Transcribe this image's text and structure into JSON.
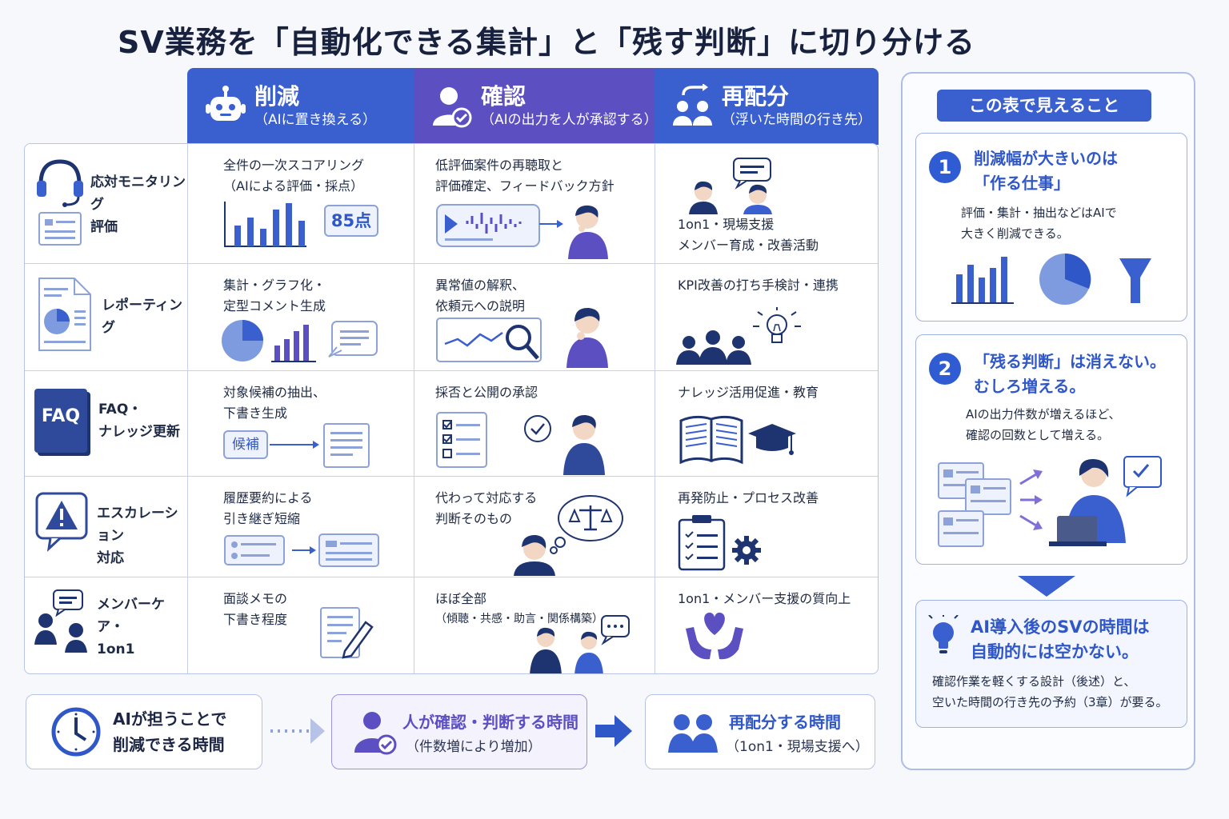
{
  "title": "SV業務を「自動化できる集計」と「残す判断」に切り分ける",
  "colors": {
    "blue": "#3a5fcf",
    "purple": "#5b4fc2",
    "navy": "#1e3470",
    "light_blue": "#7f9be0"
  },
  "columns": [
    {
      "icon": "robot-icon",
      "title": "削減",
      "subtitle": "（AIに置き換える）"
    },
    {
      "icon": "person-check-icon",
      "title": "確認",
      "subtitle": "（AIの出力を人が承認する）"
    },
    {
      "icon": "reallocate-people-icon",
      "title": "再配分",
      "subtitle": "（浮いた時間の行き先）"
    }
  ],
  "rows": [
    {
      "label": "応対モニタリング\n評価",
      "icon": "headset-icon",
      "reduce": "全件の一次スコアリング\n（AIによる評価・採点）",
      "score": "85点",
      "confirm": "低評価案件の再聴取と\n評価確定、フィードバック方針",
      "reallocate": "1on1・現場支援\nメンバー育成・改善活動"
    },
    {
      "label": "レポーティング",
      "icon": "report-document-icon",
      "reduce": "集計・グラフ化・\n定型コメント生成",
      "confirm": "異常値の解釈、\n依頼元への説明",
      "reallocate": "KPI改善の打ち手検討・連携"
    },
    {
      "label": "FAQ・\nナレッジ更新",
      "icon": "faq-book-icon",
      "icon_text": "FAQ",
      "reduce": "対象候補の抽出、\n下書き生成",
      "candidate": "候補",
      "confirm": "採否と公開の承認",
      "reallocate": "ナレッジ活用促進・教育"
    },
    {
      "label": "エスカレーション\n対応",
      "icon": "warning-icon",
      "reduce": "履歴要約による\n引き継ぎ短縮",
      "confirm": "代わって対応する\n判断そのもの",
      "reallocate": "再発防止・プロセス改善"
    },
    {
      "label": "メンバーケア・\n1on1",
      "icon": "members-chat-icon",
      "reduce": "面談メモの\n下書き程度",
      "confirm": "ほぼ全部",
      "confirm_note": "（傾聴・共感・助言・関係構築）",
      "reallocate": "1on1・メンバー支援の質向上"
    }
  ],
  "flow": {
    "box1": "AIが担うことで\n削減できる時間",
    "box2_title": "人が確認・判断する時間",
    "box2_sub": "（件数増により増加）",
    "box3_title": "再配分する時間",
    "box3_sub": "（1on1・現場支援へ）"
  },
  "panel": {
    "title": "この表で見えること",
    "card1": {
      "num": "1",
      "title": "削減幅が大きいのは\n「作る仕事」",
      "body": "評価・集計・抽出などはAIで\n大きく削減できる。"
    },
    "card2": {
      "num": "2",
      "title": "「残る判断」は消えない。\nむしろ増える。",
      "body": "AIの出力件数が増えるほど、\n確認の回数として増える。"
    },
    "card3": {
      "title": "AI導入後のSVの時間は\n自動的には空かない。",
      "body": "確認作業を軽くする設計（後述）と、\n空いた時間の行き先の予約（3章）が要る。"
    }
  }
}
